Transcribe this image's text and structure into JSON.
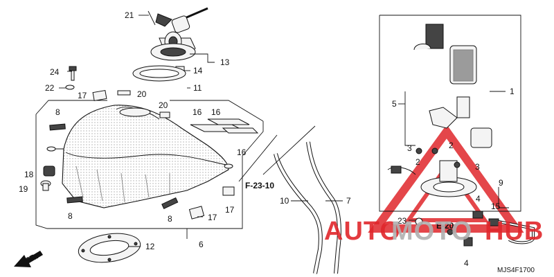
{
  "diagram_code": "MJS4F1700",
  "front_label": "FR.",
  "references": [
    "F-23-10",
    "E-20"
  ],
  "watermark": {
    "text_part1": "AUTO",
    "text_part2": "MOTO",
    "text_part3": "HUB",
    "color_red": "#e0262b",
    "color_grey": "#b0b0b0"
  },
  "callouts": {
    "c1": "1",
    "c2a": "2",
    "c2b": "2",
    "c3a": "3",
    "c3b": "3",
    "c4a": "4",
    "c4b": "4",
    "c5": "5",
    "c6": "6",
    "c7": "7",
    "c8a": "8",
    "c8b": "8",
    "c8c": "8",
    "c9": "9",
    "c10": "10",
    "c11": "11",
    "c12": "12",
    "c13": "13",
    "c14": "14",
    "c15": "15",
    "c16a": "16",
    "c16b": "16",
    "c16c": "16",
    "c17a": "17",
    "c17b": "17",
    "c17c": "17",
    "c18": "18",
    "c19": "19",
    "c20a": "20",
    "c20b": "20",
    "c21": "21",
    "c22": "22",
    "c23": "23",
    "c24": "24"
  }
}
